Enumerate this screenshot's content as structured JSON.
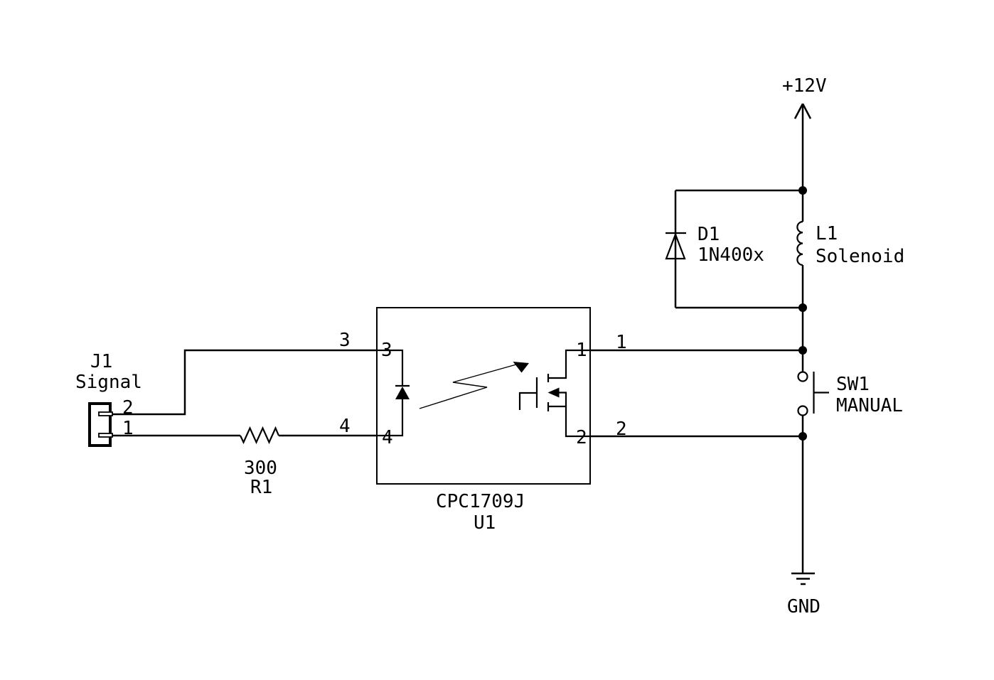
{
  "diagram_type": "circuit-schematic",
  "colors": {
    "background": "#ffffff",
    "ink": "#000000"
  },
  "power": {
    "rail": "+12V",
    "ground": "GND"
  },
  "components": {
    "j1": {
      "ref": "J1",
      "value": "Signal",
      "pin_2": "2",
      "pin_1": "1"
    },
    "r1": {
      "ref": "R1",
      "value": "300"
    },
    "u1": {
      "ref": "U1",
      "value": "CPC1709J",
      "pin_1": "1",
      "pin_2": "2",
      "pin_3": "3",
      "pin_4": "4"
    },
    "d1": {
      "ref": "D1",
      "value": "1N400x"
    },
    "l1": {
      "ref": "L1",
      "value": "Solenoid"
    },
    "sw1": {
      "ref": "SW1",
      "value": "MANUAL"
    }
  },
  "wire_labels": {
    "u1_pin3": "3",
    "u1_pin4": "4",
    "u1_pin1": "1",
    "u1_pin2": "2"
  }
}
